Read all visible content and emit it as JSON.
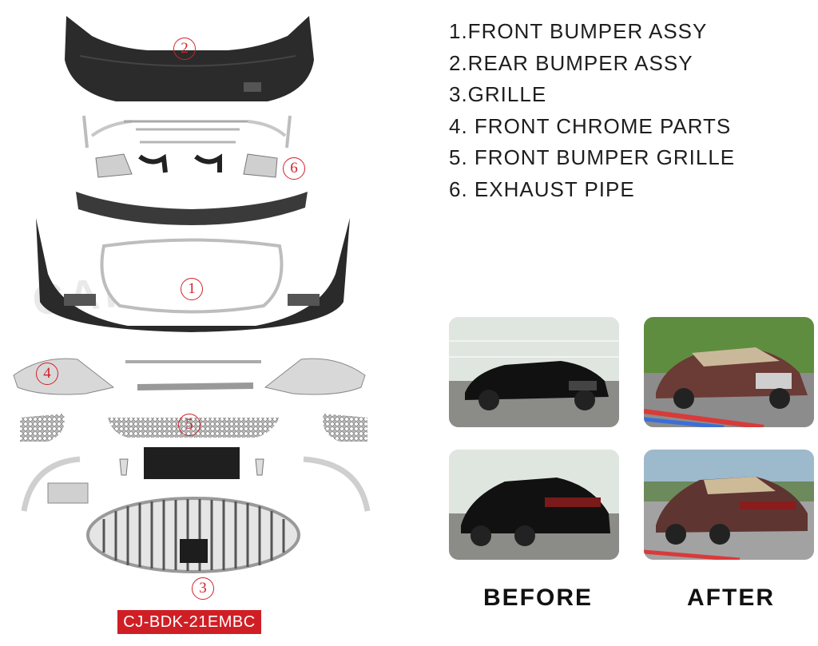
{
  "parts_labels": {
    "rear_bumper": "2",
    "exhaust": "6",
    "front_bumper": "1",
    "chrome_parts": "4",
    "bumper_grille": "5",
    "grille": "3"
  },
  "watermark": "CARBEST",
  "model_code": "CJ-BDK-21EMBC",
  "parts_list": [
    "1.FRONT BUMPER ASSY",
    "2.REAR BUMPER ASSY",
    "3.GRILLE",
    "4. FRONT CHROME PARTS",
    "5. FRONT BUMPER GRILLE",
    "6. EXHAUST PIPE"
  ],
  "comparison": {
    "before_label": "BEFORE",
    "after_label": "AFTER"
  },
  "colors": {
    "label_red": "#cf1f25",
    "number_red": "#d2232a"
  }
}
